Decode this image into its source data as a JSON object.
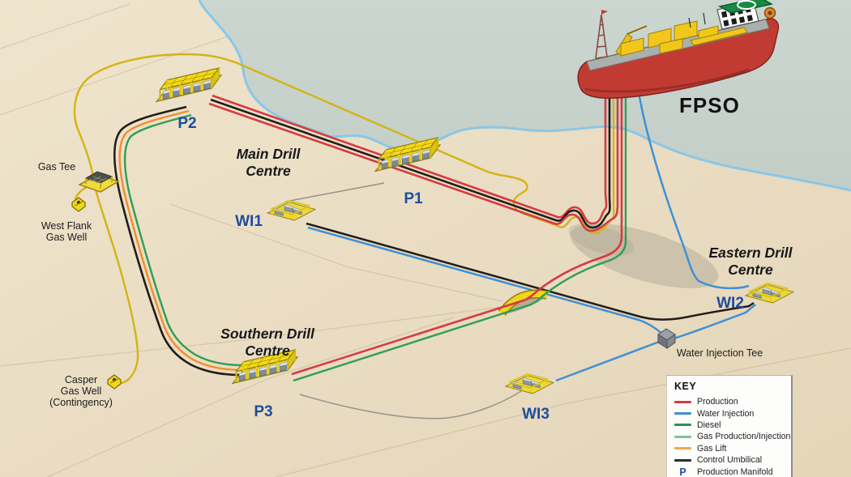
{
  "map": {
    "fpso_label": "FPSO",
    "drill_centres": {
      "main": [
        "Main Drill",
        "Centre"
      ],
      "southern": [
        "Southern Drill",
        "Centre"
      ],
      "eastern": [
        "Eastern Drill",
        "Centre"
      ]
    },
    "manifolds": {
      "p1": "P1",
      "p2": "P2",
      "p3": "P3",
      "wi1": "WI1",
      "wi2": "WI2",
      "wi3": "WI3"
    },
    "facilities": {
      "gas_tee": "Gas Tee",
      "west_flank_gas_well": [
        "West Flank",
        "Gas Well"
      ],
      "casper_gas_well": [
        "Casper",
        "Gas Well",
        "(Contingency)"
      ],
      "water_injection_tee": "Water Injection Tee"
    }
  },
  "legend": {
    "title": "KEY",
    "items": [
      {
        "label": "Production",
        "color": "#d63a41",
        "type": "line"
      },
      {
        "label": "Water Injection",
        "color": "#3f90d5",
        "type": "line"
      },
      {
        "label": "Diesel",
        "color": "#2f9150",
        "type": "line"
      },
      {
        "label": "Gas Production/Injection",
        "color": "#80c19b",
        "type": "line"
      },
      {
        "label": "Gas Lift",
        "color": "#f2a74e",
        "type": "line"
      },
      {
        "label": "Control Umbilical",
        "color": "#2e2a26",
        "type": "line"
      },
      {
        "label": "Production Manifold",
        "color": "#1d4c9f",
        "type": "letter",
        "symbol": "P"
      }
    ]
  },
  "colors": {
    "sea": "#c7d2cb",
    "land": "#e9dcc2",
    "shoreline": "#85c6ea",
    "production": "#d63a41",
    "water_injection": "#3f90d5",
    "diesel": "#2f9e53",
    "gas_gold": "#d2b414",
    "gas_lift": "#ee8f2e",
    "umbilical": "#221d18",
    "flying_lead": "#97928a",
    "manifold_yellow": "#f2d816",
    "label_blue": "#1d4c9f"
  }
}
